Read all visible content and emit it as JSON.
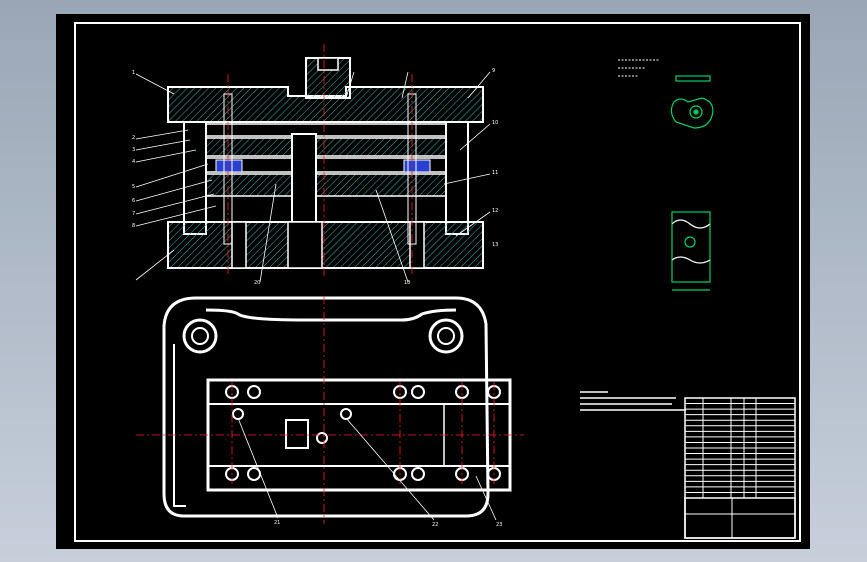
{
  "colors": {
    "background": "#000000",
    "line": "#ffffff",
    "centerline": "#ff2020",
    "hatch": "#3fb5b5",
    "green_view": "#00d060",
    "blue_part": "#2a40d0",
    "viewport_frame": "#9aa6b6"
  },
  "drawing": {
    "section_view_label_top": "",
    "note_lines": [
      "",
      ""
    ],
    "hole_marker": "dot",
    "part_numbers_left": [
      "1",
      "2",
      "3",
      "4",
      "5",
      "6",
      "7",
      "8"
    ],
    "part_numbers_right": [
      "9",
      "10",
      "11",
      "12",
      "13"
    ],
    "part_numbers_bottom": [
      "21",
      "22",
      "23"
    ],
    "part_numbers_section": [
      "20",
      "18"
    ]
  },
  "title_block": {
    "rows": 18
  }
}
